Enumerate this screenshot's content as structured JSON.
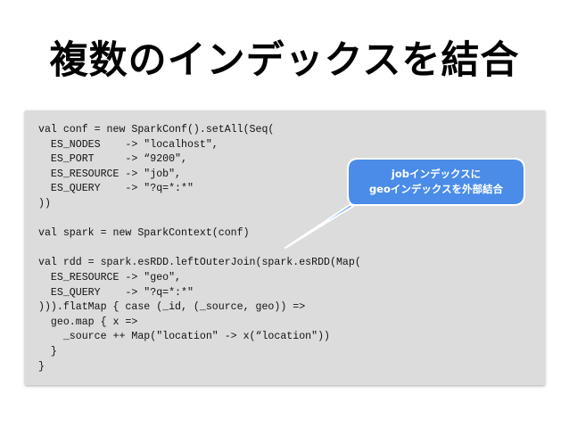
{
  "slide": {
    "title": "複数のインデックスを結合"
  },
  "code": {
    "lines": [
      "val conf = new SparkConf().setAll(Seq(",
      "  ES_NODES    -> \"localhost\",",
      "  ES_PORT     -> “9200\",",
      "  ES_RESOURCE -> \"job\",",
      "  ES_QUERY    -> \"?q=*:*\"",
      "))",
      "",
      "val spark = new SparkContext(conf)",
      "",
      "val rdd = spark.esRDD.leftOuterJoin(spark.esRDD(Map(",
      "  ES_RESOURCE -> \"geo\",",
      "  ES_QUERY    -> \"?q=*:*\"",
      "))).flatMap { case (_id, (_source, geo)) =>",
      "  geo.map { x =>",
      "    _source ++ Map(\"location\" -> x(“location\"))",
      "  }",
      "}"
    ]
  },
  "callout": {
    "line1": "jobインデックスに",
    "line2": "geoインデックスを外部結合",
    "colors": {
      "fill": "#4a8ce8",
      "border": "#ffffff"
    }
  }
}
